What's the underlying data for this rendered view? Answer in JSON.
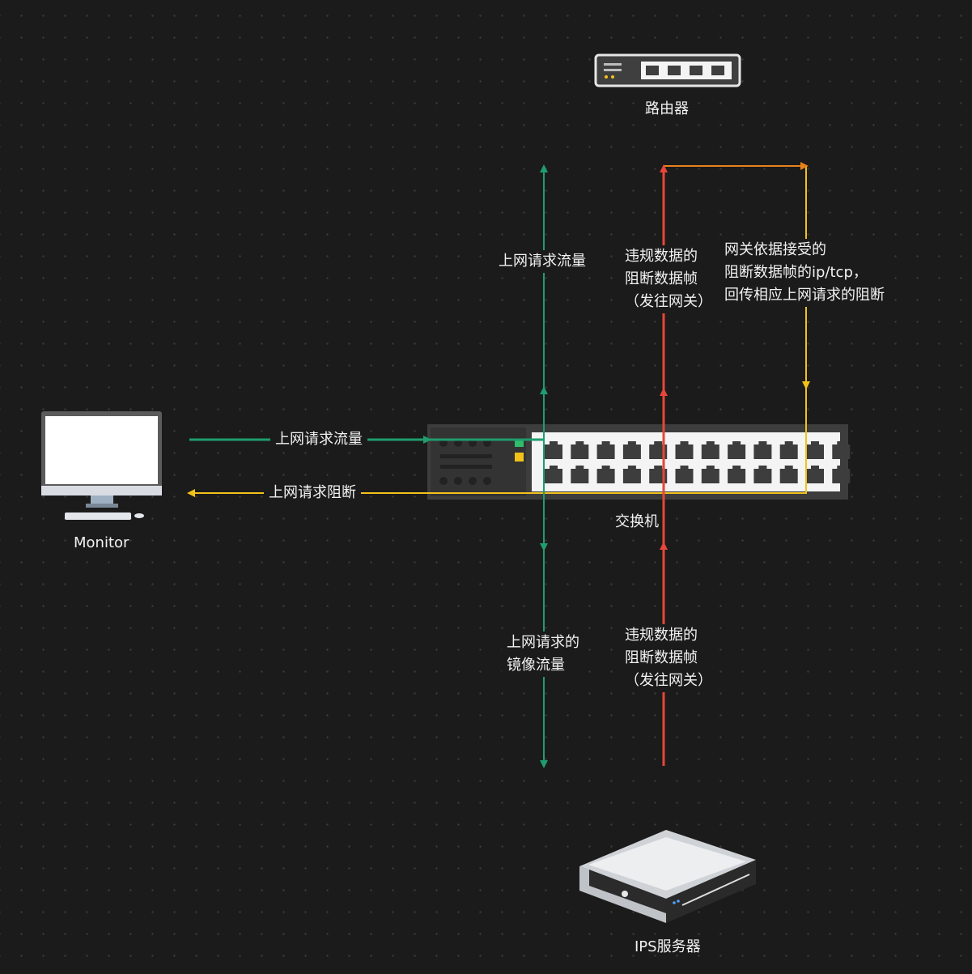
{
  "devices": {
    "router_label": "路由器",
    "switch_label": "交换机",
    "monitor_label": "Monitor",
    "ips_label": "IPS服务器"
  },
  "edges": {
    "pc_request": "上网请求流量",
    "pc_block": "上网请求阻断",
    "uplink_request": "上网请求流量",
    "violation_top": "违规数据的\n阻断数据帧\n（发往网关）",
    "gateway_reply": "网关依据接受的\n阻断数据帧的ip/tcp，\n回传相应上网请求的阻断",
    "mirror": "上网请求的\n镜像流量",
    "violation_bottom": "违规数据的\n阻断数据帧\n（发往网关）"
  },
  "colors": {
    "background": "#1b1b1b",
    "green": "#1f9d6e",
    "red": "#e8463a",
    "yellow": "#f2c21b",
    "orange": "#e8821a"
  }
}
